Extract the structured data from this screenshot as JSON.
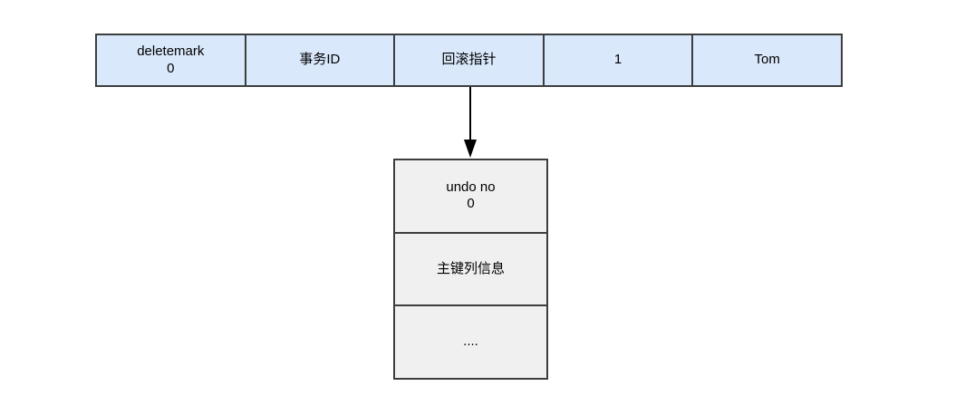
{
  "diagram": {
    "record_row": {
      "cells": [
        "deletemark\n0",
        "事务ID",
        "回滚指针",
        "1",
        "Tom"
      ]
    },
    "undo_log": {
      "cells": [
        "undo no\n0",
        "主键列信息",
        "...."
      ]
    },
    "colors": {
      "record_cell_fill": "#dae8fc",
      "undo_cell_fill": "#f0f0f0",
      "border": "#3d3d3d",
      "arrow": "#000000",
      "background": "#ffffff"
    }
  }
}
